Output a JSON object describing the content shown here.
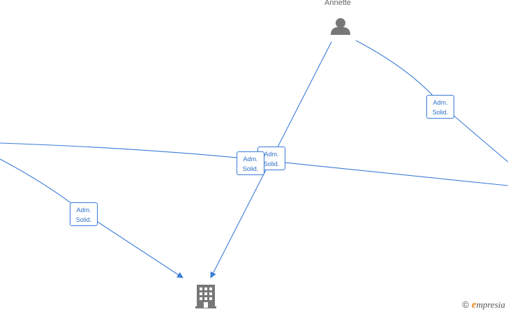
{
  "nodes": {
    "person": {
      "name": "Annette",
      "icon": "person-icon"
    },
    "company": {
      "icon": "building-icon"
    }
  },
  "edge_labels": [
    {
      "line1": "Adm.",
      "line2": "Solid."
    },
    {
      "line1": "Adm.",
      "line2": "Solid."
    },
    {
      "line1": "Adm.",
      "line2": "Solid."
    },
    {
      "line1": "Adm.",
      "line2": "Solid."
    }
  ],
  "brand": {
    "copyright": "©",
    "initial": "e",
    "rest": "mpresia"
  },
  "colors": {
    "edge": "#3a7bd5",
    "node": "#777777",
    "brand_accent": "#e8891b"
  }
}
